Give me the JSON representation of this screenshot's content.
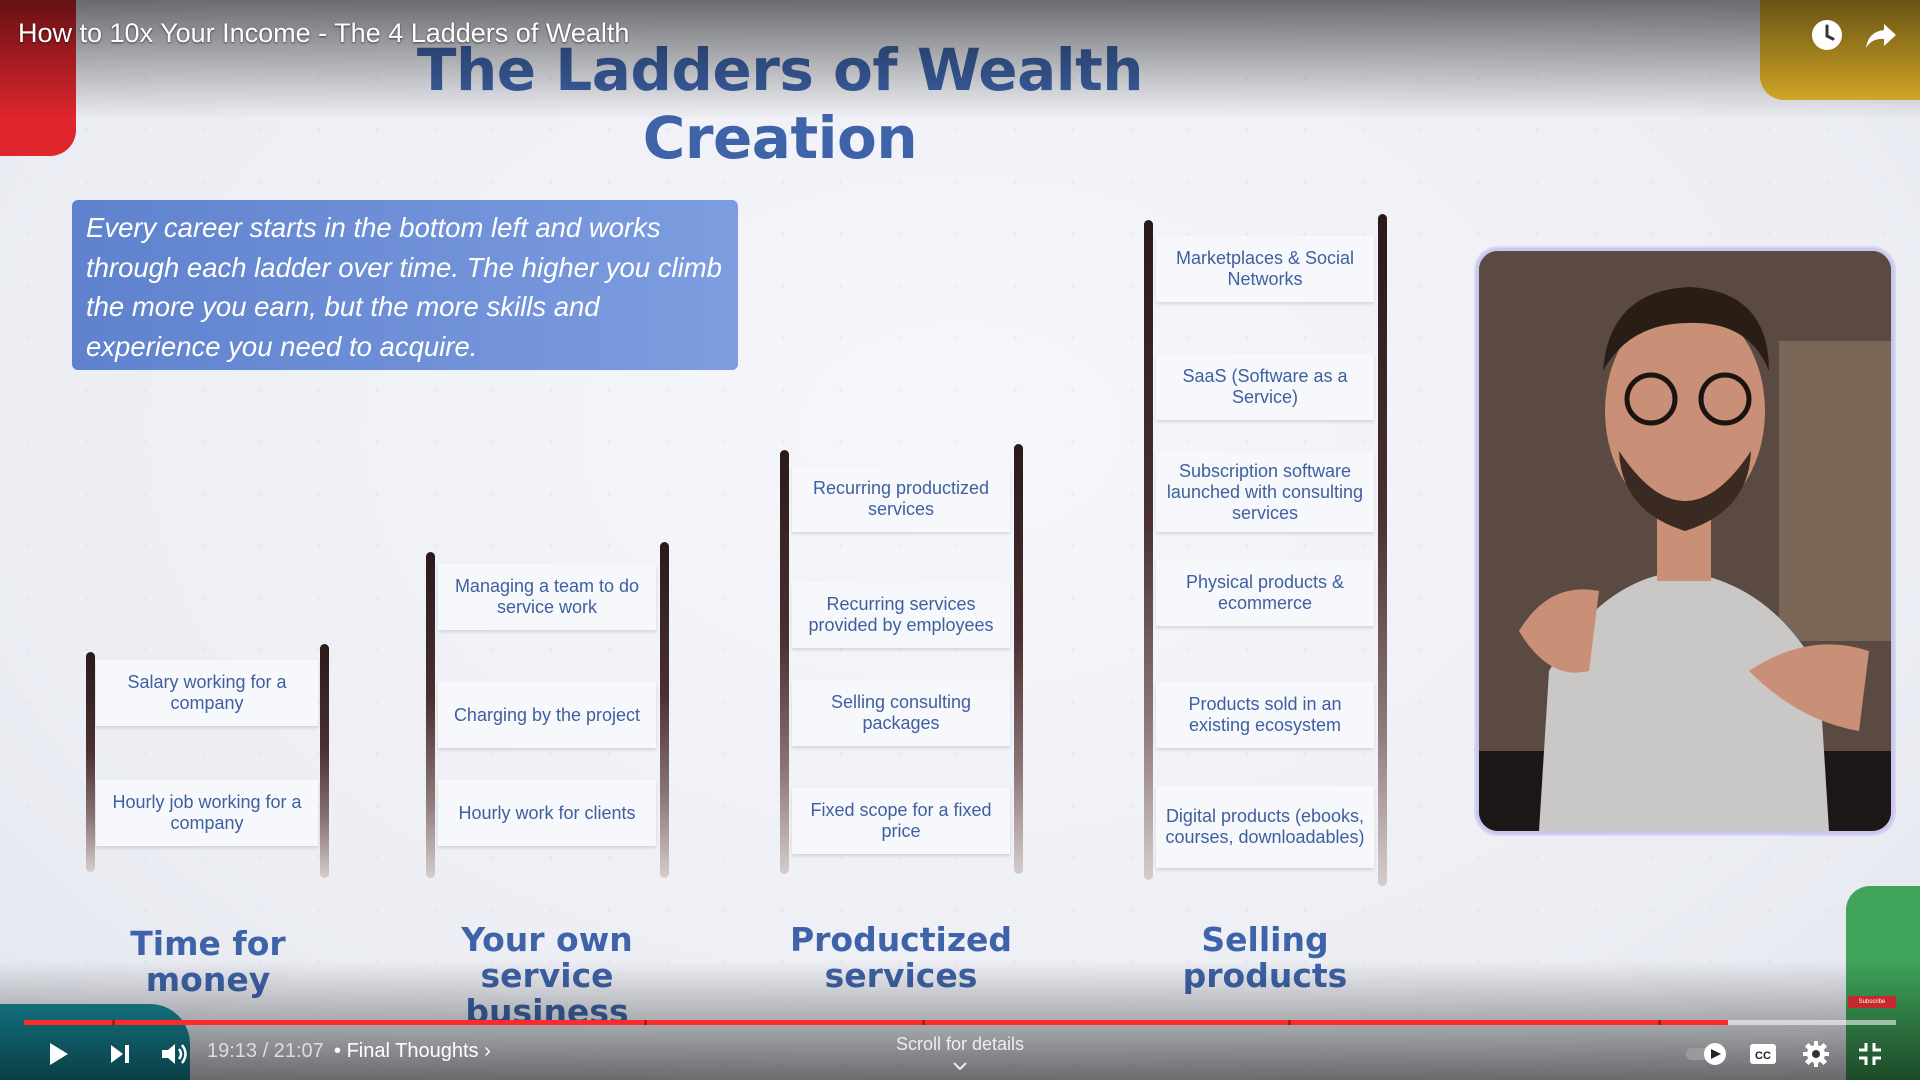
{
  "video": {
    "title": "How to 10x Your Income - The 4 Ladders of Wealth",
    "time_current": "19:13",
    "time_total": "21:07",
    "time_display": "19:13 / 21:07",
    "chapter_separator": "•",
    "chapter": "Final Thoughts",
    "chapter_chevron": "›",
    "scroll_hint": "Scroll for details",
    "progress": 0.91,
    "subscribe_watermark": "Subscribe"
  },
  "slide": {
    "title": "The Ladders of Wealth Creation",
    "intro": "Every career starts in the bottom left and works through each ladder over time. The higher you climb the more you earn, but the more skills and experience you need to acquire.",
    "ladders": [
      {
        "label": "Time for money",
        "rungs": [
          "Salary working for a company",
          "Hourly job working for a company"
        ]
      },
      {
        "label": "Your own service business",
        "rungs": [
          "Managing a team to do service work",
          "Charging by the project",
          "Hourly work for clients"
        ]
      },
      {
        "label": "Productized services",
        "rungs": [
          "Recurring productized services",
          "Recurring services provided by employees",
          "Selling consulting packages",
          "Fixed scope for a fixed price"
        ]
      },
      {
        "label": "Selling products",
        "rungs": [
          "Marketplaces & Social Networks",
          "SaaS (Software as a Service)",
          "Subscription software launched with consulting services",
          "Physical products & ecommerce",
          "Products sold in an existing ecosystem",
          "Digital products (ebooks, courses, downloadables)"
        ]
      }
    ]
  },
  "colors": {
    "accent_blue": "#3e63a8",
    "progress_red": "#ff2a2a",
    "red_corner": "#e0262d",
    "yellow_corner": "#e6b62b",
    "green_corner": "#3fa35a",
    "teal_corner": "#178a9a"
  },
  "icons": {
    "top": [
      "watch-later-icon",
      "share-icon"
    ],
    "controls": [
      "play-icon",
      "next-icon",
      "volume-icon",
      "autoplay-toggle",
      "captions-icon",
      "settings-icon",
      "exit-fullscreen-icon"
    ]
  }
}
